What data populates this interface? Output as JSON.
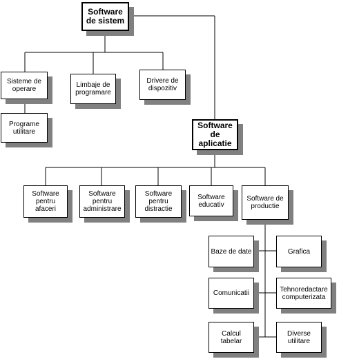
{
  "nodes": {
    "root": "Software\nde sistem",
    "sisteme": "Sisteme de\noperare",
    "limbaje": "Limbaje de\nprogramare",
    "drivere": "Drivere de\ndispozitiv",
    "programe": "Programe\nutilitare",
    "aplicatie": "Software\nde\naplicatie",
    "afaceri": "Software\npentru\nafaceri",
    "administrare": "Software\npentru\nadministrare",
    "distractie": "Software\npentru\ndistractie",
    "educativ": "Software\neducativ",
    "productie": "Software de\nproductie",
    "baze": "Baze de date",
    "grafica": "Grafica",
    "comunicatii": "Comunicatii",
    "tehno": "Tehnoredactare\ncomputerizata",
    "calcul": "Calcul\ntabelar",
    "diverse": "Diverse\nutilitare"
  }
}
